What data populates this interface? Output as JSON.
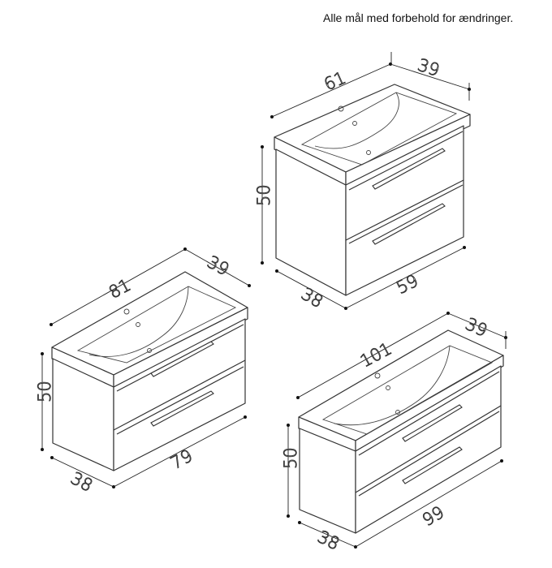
{
  "notice": "Alle mål med forbehold for ændringer.",
  "units": [
    {
      "id": "cabinet-61",
      "dimensions": {
        "width_top": "61",
        "depth_top": "39",
        "height": "50",
        "depth_bottom": "38",
        "width_bottom": "59"
      }
    },
    {
      "id": "cabinet-81",
      "dimensions": {
        "width_top": "81",
        "depth_top": "39",
        "height": "50",
        "depth_bottom": "38",
        "width_bottom": "79"
      }
    },
    {
      "id": "cabinet-101",
      "dimensions": {
        "width_top": "101",
        "depth_top": "39",
        "height": "50",
        "depth_bottom": "38",
        "width_bottom": "99"
      }
    }
  ]
}
